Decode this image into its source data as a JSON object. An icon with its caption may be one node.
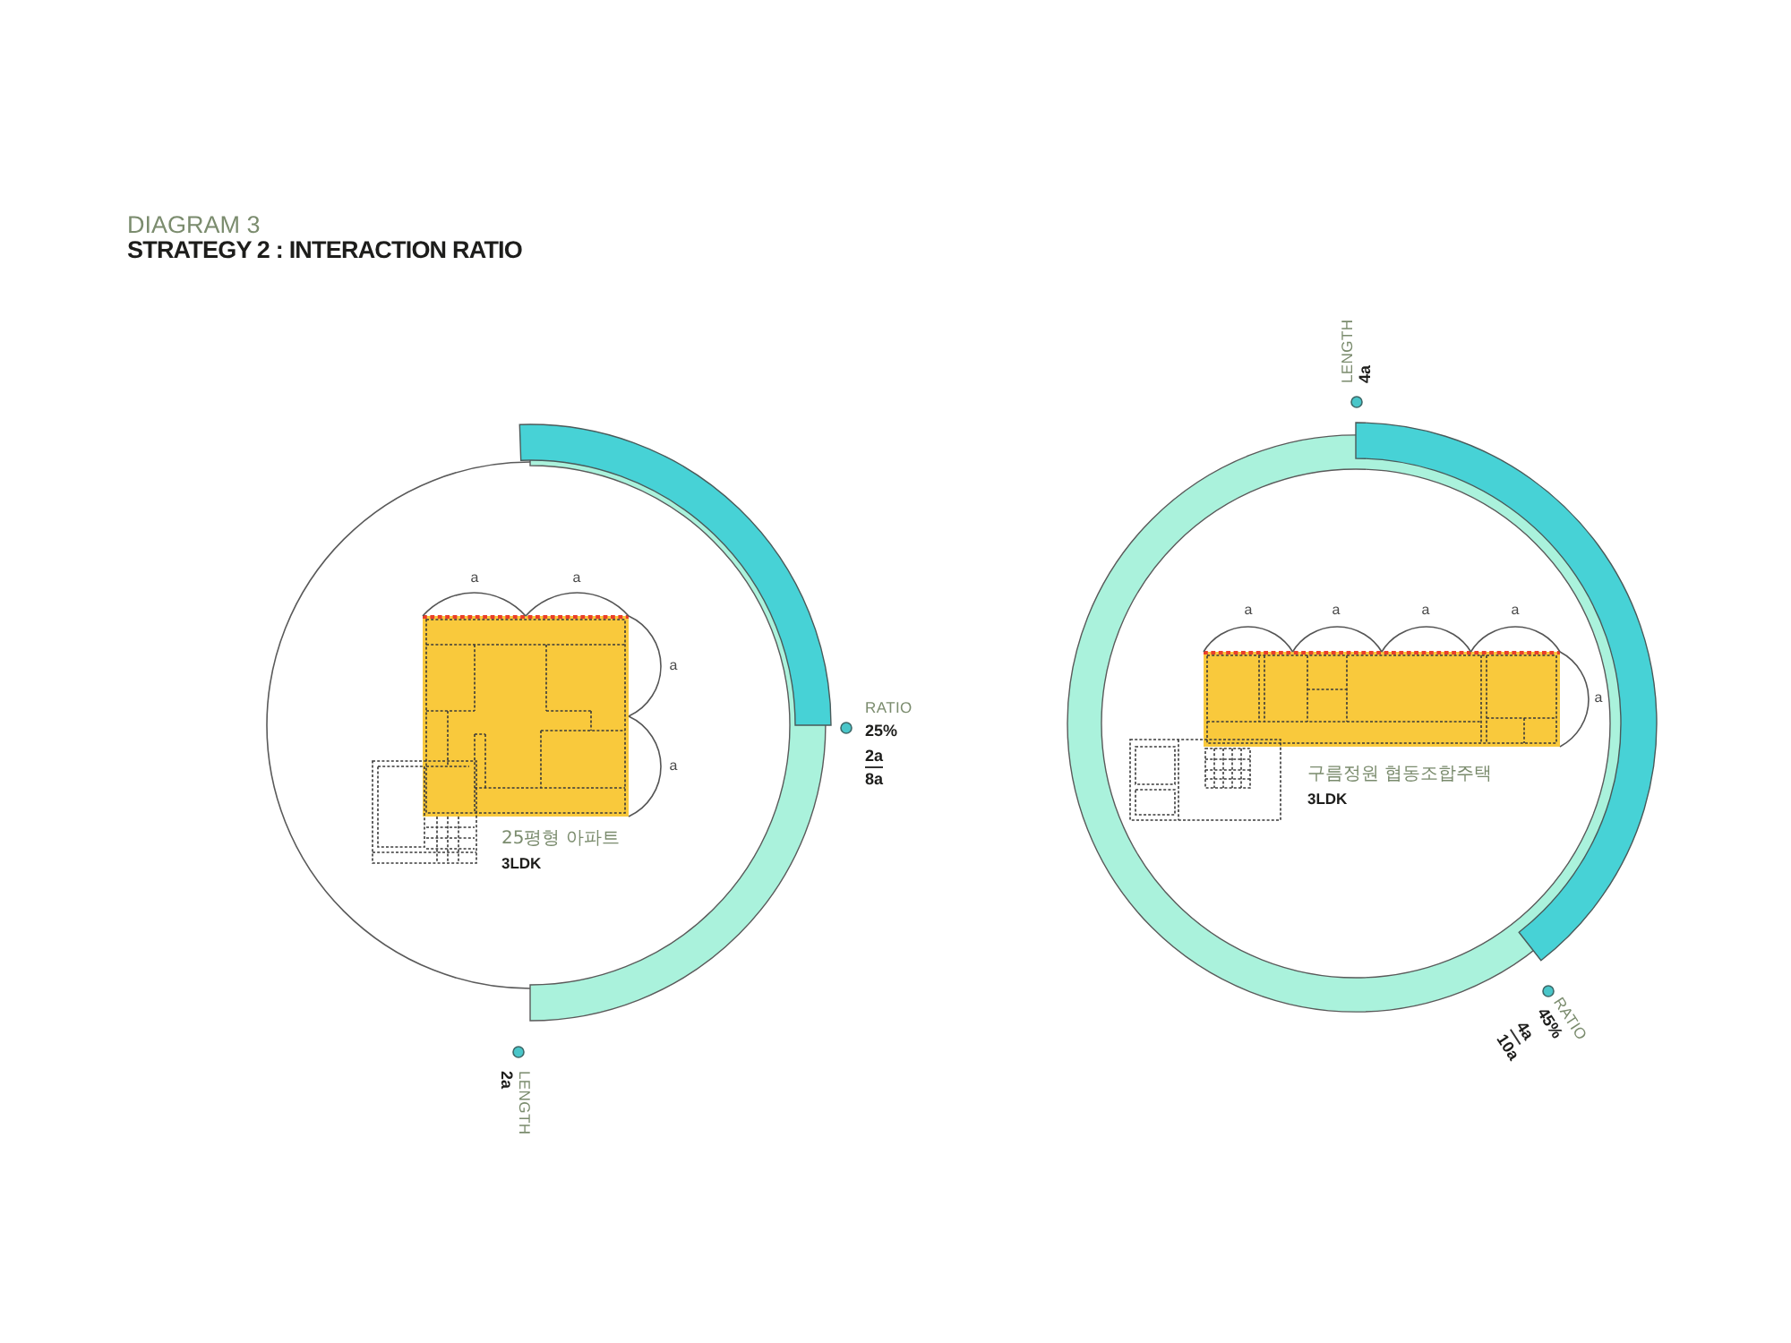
{
  "diagram": {
    "title": "STRATEGY 2 : INTERACTION RATIO",
    "nodes": [
      {
        "text": [
          "25평형 아파트",
          "3LDK"
        ]
      },
      {
        "text": [
          "구름정원 협동조합주택",
          "3LDK"
        ]
      }
    ],
    "labels": [
      "DIAGRAM 3",
      "a",
      "a",
      "a",
      "a",
      "RATIO",
      "25%",
      "2a",
      "8a",
      "LENGTH",
      "2a",
      "LENGTH",
      "4a",
      "a",
      "a",
      "a",
      "a",
      "a",
      "RATIO",
      "45%",
      "4a",
      "10a"
    ]
  }
}
